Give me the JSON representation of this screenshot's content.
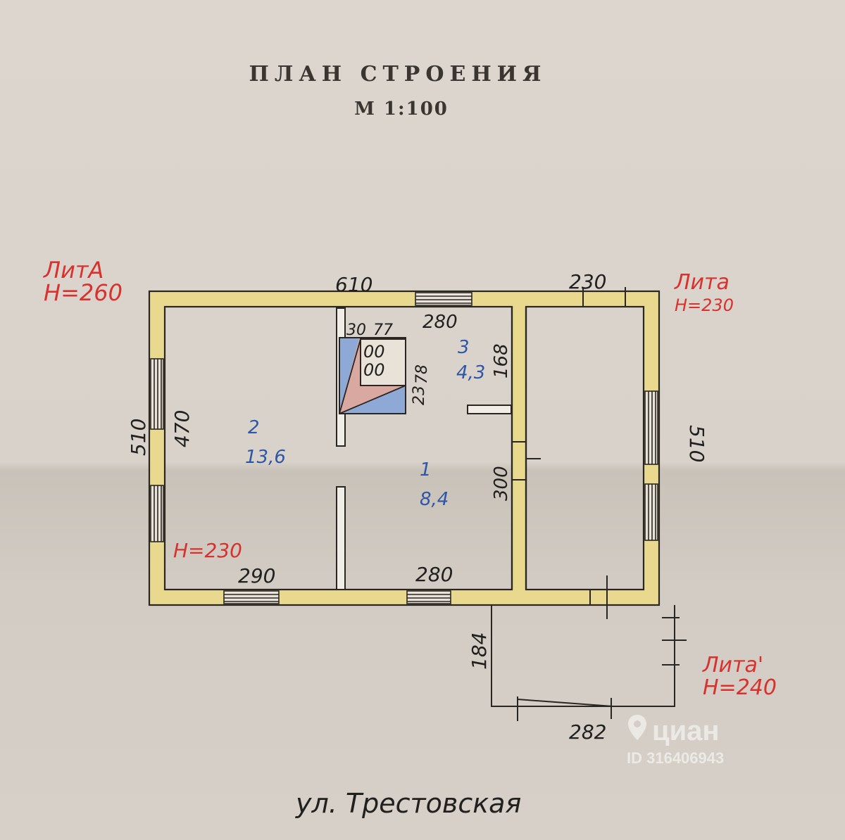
{
  "document": {
    "title": "ПЛАН СТРОЕНИЯ",
    "scale": "М 1:100",
    "street": "ул. Трестовская"
  },
  "lit_labels": [
    {
      "name": "ЛитА",
      "height": "Н=260"
    },
    {
      "name": "Лита",
      "height": "Н=230"
    },
    {
      "name": "Лита'",
      "height": "Н=240"
    }
  ],
  "dimensions": {
    "top_left": "610",
    "top_right": "230",
    "left_outer": "510",
    "left_inner": "470",
    "right_outer": "510",
    "kitchen_top": "280",
    "kitchen_height": "168",
    "stove_w1": "30",
    "stove_w2": "77",
    "stove_h1": "23",
    "stove_h2": "78",
    "hall_height": "300",
    "bottom_left": "290",
    "bottom_mid": "280",
    "annex_height": "184",
    "annex_width": "282",
    "room2_height": "Н=230"
  },
  "rooms": [
    {
      "number": "2",
      "area": "13,6"
    },
    {
      "number": "1",
      "area": "8,4"
    },
    {
      "number": "3",
      "area": "4,3"
    }
  ],
  "stove_marks": [
    "00",
    "00"
  ],
  "watermark": {
    "brand": "циан",
    "id": "ID 316406943"
  }
}
